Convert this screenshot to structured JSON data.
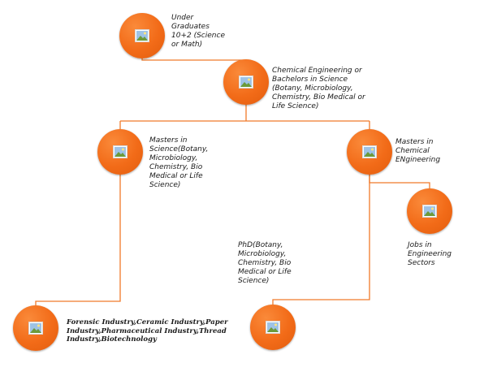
{
  "colors": {
    "node_fill": "#f26b18",
    "connector": "#f07a2a"
  },
  "nodes": {
    "undergraduates": {
      "icon": "picture-icon",
      "label": "Under\nGraduates\n10+2 (Science\nor Math)"
    },
    "bachelors": {
      "icon": "picture-icon",
      "label": "Chemical Engineering or\nBachelors in Science\n(Botany, Microbiology,\nChemistry, Bio Medical or\nLife Science)"
    },
    "masters_science": {
      "icon": "picture-icon",
      "label": "Masters in\nScience(Botany,\nMicrobiology,\nChemistry, Bio\nMedical or Life\nScience)"
    },
    "masters_chemical": {
      "icon": "picture-icon",
      "label": "Masters in\nChemical\nENgineering"
    },
    "jobs_engineering": {
      "icon": "picture-icon",
      "label": "Jobs in\nEngineering\nSectors"
    },
    "phd": {
      "icon": "picture-icon",
      "label": "PhD(Botany,\nMicrobiology,\nChemistry, Bio\nMedical or Life\nScience)"
    },
    "industries": {
      "icon": "picture-icon",
      "label": "Forensic Industry,Ceramic Industry,Paper\nIndustry,Pharmaceutical Industry,Thread\nIndustry,Biotechnology"
    }
  }
}
